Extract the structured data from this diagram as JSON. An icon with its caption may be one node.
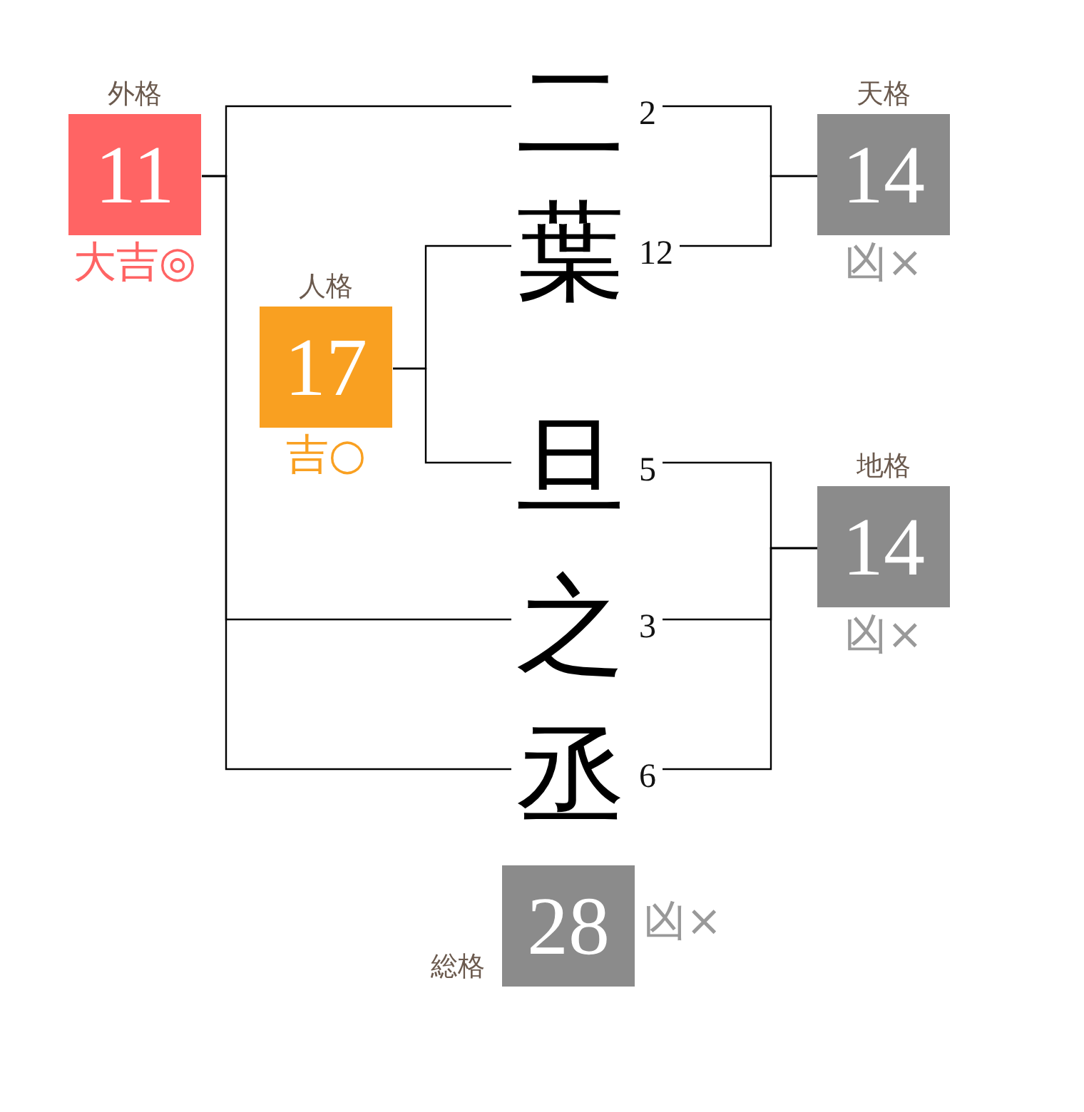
{
  "diagram": {
    "nodes": [
      {
        "text": [
          "外格",
          "11"
        ],
        "beside": [
          "大吉◎"
        ]
      },
      {
        "text": [
          "二"
        ],
        "beside": [
          "2"
        ]
      },
      {
        "text": [
          "天格",
          "14"
        ],
        "beside": [
          "凶×"
        ]
      },
      {
        "text": [
          "葉"
        ],
        "beside": [
          "12"
        ]
      },
      {
        "text": [
          "人格",
          "17"
        ],
        "beside": [
          "吉○"
        ]
      },
      {
        "text": [
          "旦"
        ],
        "beside": [
          "5"
        ]
      },
      {
        "text": [
          "地格",
          "14"
        ],
        "beside": [
          "凶×"
        ]
      },
      {
        "text": [
          "之"
        ],
        "beside": [
          "3"
        ]
      },
      {
        "text": [
          "丞"
        ],
        "beside": [
          "6"
        ]
      },
      {
        "text": [
          "総格",
          "28"
        ],
        "beside": [
          "凶×"
        ]
      }
    ],
    "edges": [
      {
        "from": 1,
        "to": 2,
        "arrow": "none"
      },
      {
        "from": 3,
        "to": 2,
        "arrow": "none"
      },
      {
        "from": 3,
        "to": 4,
        "arrow": "none"
      },
      {
        "from": 5,
        "to": 4,
        "arrow": "none"
      },
      {
        "from": 5,
        "to": 6,
        "arrow": "none"
      },
      {
        "from": 7,
        "to": 6,
        "arrow": "none"
      },
      {
        "from": 8,
        "to": 6,
        "arrow": "none"
      },
      {
        "from": 1,
        "to": 0,
        "arrow": "none"
      },
      {
        "from": 7,
        "to": 0,
        "arrow": "none"
      },
      {
        "from": 8,
        "to": 0,
        "arrow": "none"
      }
    ]
  }
}
